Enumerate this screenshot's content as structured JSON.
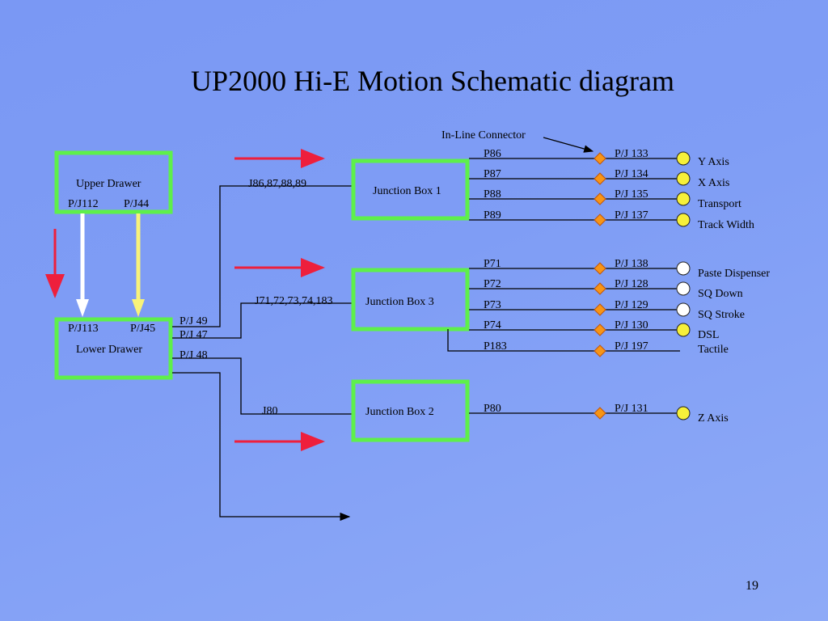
{
  "title": "UP2000 Hi-E Motion Schematic diagram",
  "page_number": "19",
  "callout": "In-Line Connector",
  "boxes": {
    "upper_drawer": {
      "label": "Upper Drawer",
      "left_port": "P/J112",
      "right_port": "P/J44"
    },
    "lower_drawer": {
      "top_left_port": "P/J113",
      "top_right_port": "P/J45",
      "label": "Lower Drawer"
    },
    "junction_box_1": "Junction Box 1",
    "junction_box_3": "Junction Box 3",
    "junction_box_2": "Junction Box 2"
  },
  "lower_drawer_outputs": [
    "P/J 49",
    "P/J 47",
    "P/J 48"
  ],
  "bus_labels": {
    "jb1": "J86,87,88,89",
    "jb3": "J71,72,73,74,183",
    "jb2": "J80"
  },
  "connections": [
    {
      "group": "jb1",
      "plug": "P86",
      "jack": "P/J 133",
      "axis": "Y Axis",
      "indicator_color": "#f6f03a"
    },
    {
      "group": "jb1",
      "plug": "P87",
      "jack": "P/J 134",
      "axis": "X Axis",
      "indicator_color": "#f6f03a"
    },
    {
      "group": "jb1",
      "plug": "P88",
      "jack": "P/J 135",
      "axis": "Transport",
      "indicator_color": "#f6f03a"
    },
    {
      "group": "jb1",
      "plug": "P89",
      "jack": "P/J 137",
      "axis": "Track Width",
      "indicator_color": "#f6f03a"
    },
    {
      "group": "jb3",
      "plug": "P71",
      "jack": "P/J 138",
      "axis": "Paste Dispenser",
      "indicator_color": "#ffffff"
    },
    {
      "group": "jb3",
      "plug": "P72",
      "jack": "P/J 128",
      "axis": "SQ Down",
      "indicator_color": "#ffffff"
    },
    {
      "group": "jb3",
      "plug": "P73",
      "jack": "P/J 129",
      "axis": "SQ Stroke",
      "indicator_color": "#ffffff"
    },
    {
      "group": "jb3",
      "plug": "P74",
      "jack": "P/J 130",
      "axis": "DSL",
      "indicator_color": "#f6f03a"
    },
    {
      "group": "jb3",
      "plug": "P183",
      "jack": "P/J 197",
      "axis": "Tactile",
      "indicator_color": ""
    },
    {
      "group": "jb2",
      "plug": "P80",
      "jack": "P/J 131",
      "axis": "Z Axis",
      "indicator_color": "#f6f03a"
    }
  ],
  "colors": {
    "box_border": "#5ef04a",
    "flow_arrow": "#ee1f3c",
    "upper_down_arrow_1": "#ffffff",
    "upper_down_arrow_2": "#f8f27a",
    "connector_diamond": "#f79516",
    "connector_diamond_border": "#c0550a",
    "wire": "#000000"
  }
}
